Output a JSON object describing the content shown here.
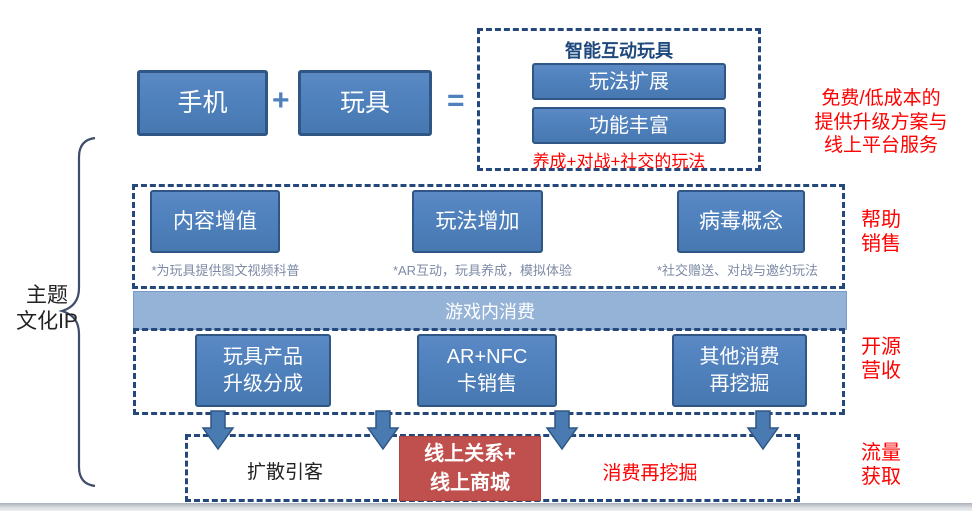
{
  "formula": {
    "phone": "手机",
    "plus": "+",
    "toy": "玩具",
    "equals": "="
  },
  "smart_toy_group": {
    "title": "智能互动玩具",
    "items": [
      "玩法扩展",
      "功能丰富"
    ],
    "note": "养成+对战+社交的玩法"
  },
  "left_label": {
    "line1": "主题",
    "line2": "文化IP"
  },
  "right_note_top": {
    "line1": "免费/低成本的",
    "line2": "提供升级方案与",
    "line3": "线上平台服务"
  },
  "help_sales_row": {
    "boxes": [
      {
        "label": "内容增值",
        "caption": "*为玩具提供图文视频科普"
      },
      {
        "label": "玩法增加",
        "caption": "*AR互动，玩具养成，模拟体验"
      },
      {
        "label": "病毒概念",
        "caption": "*社交赠送、对战与邀约玩法"
      }
    ],
    "side_label": {
      "line1": "帮助",
      "line2": "销售"
    }
  },
  "game_consumption_bar": {
    "label": "游戏内消费"
  },
  "revenue_row": {
    "boxes": [
      {
        "line1": "玩具产品",
        "line2": "升级分成"
      },
      {
        "line1": "AR+NFC",
        "line2": "卡销售"
      },
      {
        "line1": "其他消费",
        "line2": "再挖掘"
      }
    ],
    "side_label": {
      "line1": "开源",
      "line2": "营收"
    }
  },
  "traffic_row": {
    "expand_label": "扩散引客",
    "online_box": {
      "line1": "线上关系+",
      "line2": "线上商城"
    },
    "consumption_note": "消费再挖掘",
    "side_label": {
      "line1": "流量",
      "line2": "获取"
    }
  },
  "colors": {
    "box_blue": "#4f81bd",
    "box_border": "#2f5684",
    "bar_light_blue": "#95b3d7",
    "dashed_border": "#24487b",
    "red_text": "#ff0000",
    "red_box": "#c0504d",
    "title_blue": "#1f497d",
    "caption_gray": "#7d8aa5"
  }
}
